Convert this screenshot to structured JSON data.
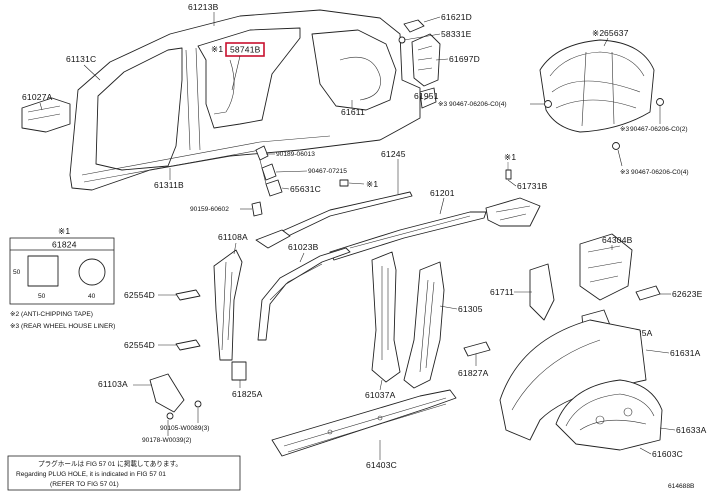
{
  "parts": {
    "p61213B": "61213B",
    "p61621D": "61621D",
    "p58331E": "58331E",
    "p58741B": "58741B",
    "p58741B_mark": "※1",
    "p61131C": "61131C",
    "p61697D": "61697D",
    "p61027A": "61027A",
    "p61951": "61951",
    "p61611": "61611",
    "p65637": "65637",
    "p65637_mark": "※2",
    "p90467_06206_C0_4_a": "※3 90467-06206-C0(4)",
    "p90467_06206_C0_2": "90467-06206-C0(2)",
    "p90467_06206_C0_2_mark": "※3",
    "p90467_06206_C0_4_b": "※3 90467-06206-C0(4)",
    "p61311B": "61311B",
    "p90189_06013": "90189-06013",
    "p90467_07215": "90467-07215",
    "p65631C": "65631C",
    "p90159_60602": "90159-60602",
    "p61245": "61245",
    "p61245_mark": "※1",
    "p61201": "61201",
    "p61731B": "61731B",
    "p61731B_mark": "※1",
    "p61108A": "61108A",
    "p61023B": "61023B",
    "p64304B": "64304B",
    "p62554D_a": "62554D",
    "p61305": "61305",
    "p61711": "61711",
    "p62623E": "62623E",
    "p62554D_b": "62554D",
    "p61735A": "61735A",
    "p61631A": "61631A",
    "p61103A": "61103A",
    "p61825A": "61825A",
    "p61827A": "61827A",
    "p61037A": "61037A",
    "p90105_W0089": "90105-W0089(3)",
    "p90178_W0039": "90178-W0039(2)",
    "p61633A": "61633A",
    "p61403C": "61403C",
    "p61603C": "61603C"
  },
  "legend": {
    "mark": "※1",
    "part": "61824",
    "dim_height": "50",
    "dim_width": "50",
    "dim_dia": "40",
    "note2": "※2 (ANTI-CHIPPING TAPE)",
    "note3": "※3 (REAR WHEEL HOUSE LINER)"
  },
  "footnote": {
    "line1": "プラグホールは FIG 57 01 に掲載してあります。",
    "line2": "Regarding PLUG HOLE, it is indicated in FIG 57 01",
    "line3": "(REFER TO FIG 57 01)"
  },
  "diagram_id": "614688B",
  "colors": {
    "highlight": "#c8102e",
    "line": "#222222"
  }
}
